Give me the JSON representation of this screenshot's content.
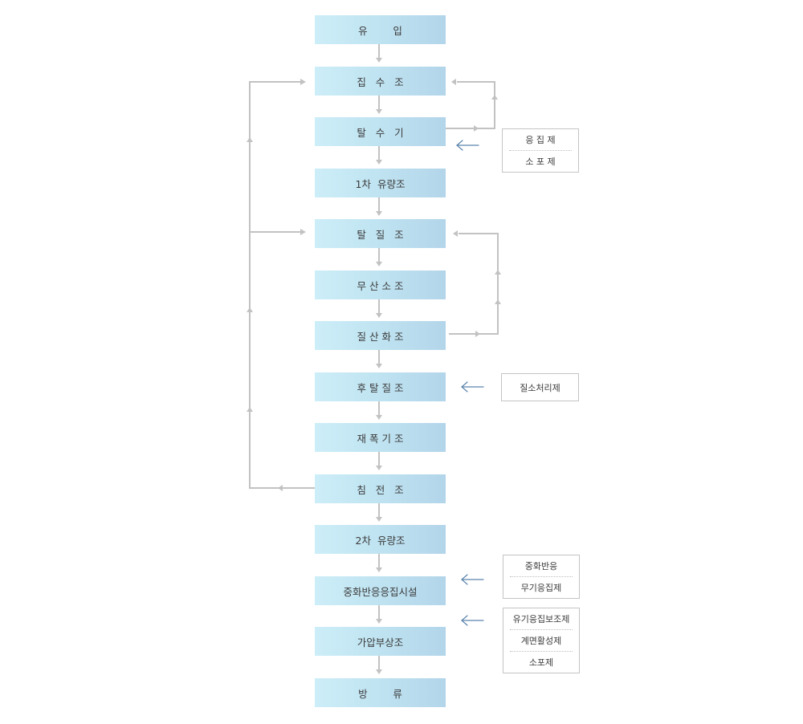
{
  "steps": [
    {
      "label": "유        입"
    },
    {
      "label": "집   수   조"
    },
    {
      "label": "탈   수   기"
    },
    {
      "label": "1차  유량조"
    },
    {
      "label": "탈   질   조"
    },
    {
      "label": "무 산 소 조"
    },
    {
      "label": "질 산 화 조"
    },
    {
      "label": "후 탈 질 조"
    },
    {
      "label": "재 폭 기 조"
    },
    {
      "label": "침   전   조"
    },
    {
      "label": "2차  유량조"
    },
    {
      "label": "중화반응응집시설"
    },
    {
      "label": "가압부상조"
    },
    {
      "label": "방        류"
    }
  ],
  "chemicals": [
    {
      "items": [
        "응 집 제",
        "소 포 제"
      ]
    },
    {
      "items": [
        "질소처리제"
      ]
    },
    {
      "items": [
        "중화반응",
        "무기응집제"
      ]
    },
    {
      "items": [
        "유기응집보조제",
        "계면활성제",
        "소포제"
      ]
    }
  ],
  "colors": {
    "box_start": "#cdeef8",
    "box_end": "#b3d5ea",
    "flow_line": "#c2c2c2",
    "dose_arrow": "#5a84ad"
  }
}
